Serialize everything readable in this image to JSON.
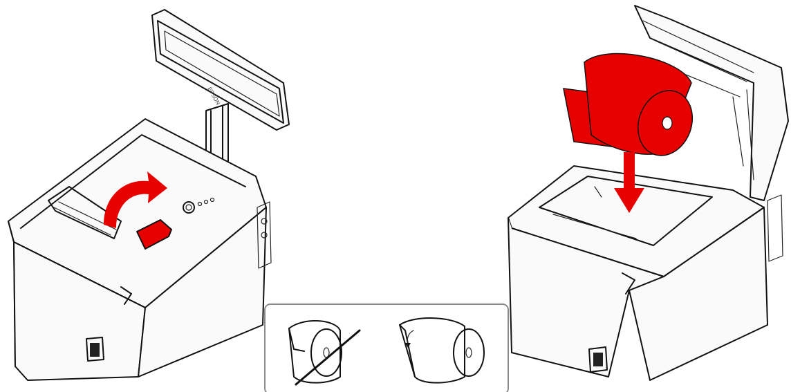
{
  "colors": {
    "accent": "#e60000",
    "line": "#111111",
    "panel_border": "#8a8a8a"
  },
  "figure": {
    "left_printer": {
      "display_label": "EPSON",
      "marks": [
        "arrow-rotate-icon",
        "cover-lever"
      ]
    },
    "right_printer": {
      "marks": [
        "paper-roll",
        "arrow-down-icon"
      ]
    },
    "inset": {
      "items": [
        {
          "name": "roll-incorrect",
          "icon": "prohibited-slash-icon"
        },
        {
          "name": "roll-correct",
          "icon": "curved-arrow-icon"
        }
      ]
    }
  }
}
